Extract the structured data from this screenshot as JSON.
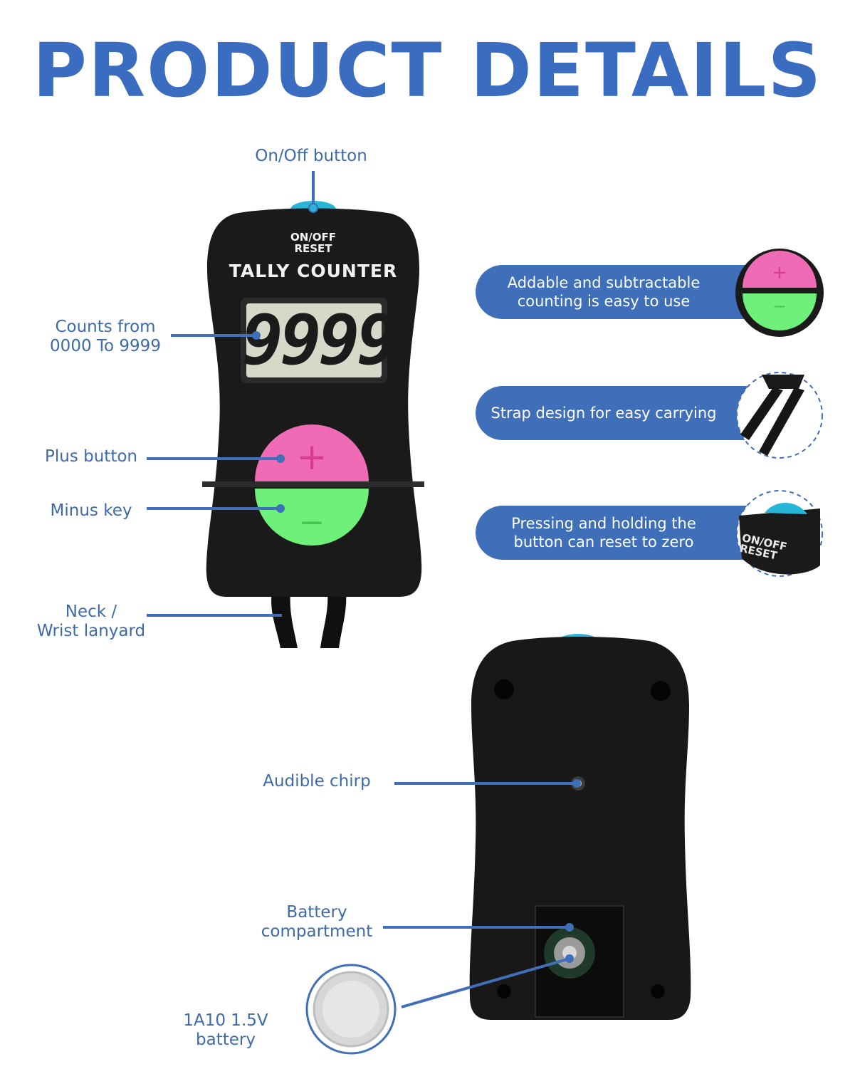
{
  "title": "PRODUCT DETAILS",
  "front_device": {
    "onoff_line1": "ON/OFF",
    "onoff_line2": "RESET",
    "name": "TALLY COUNTER",
    "display": "9999",
    "plus_symbol": "+",
    "minus_symbol": "−"
  },
  "callouts_left": {
    "onoff": "On/Off button",
    "counts_line1": "Counts from",
    "counts_line2": "0000 To 9999",
    "plus": "Plus button",
    "minus": "Minus key",
    "lanyard_line1": "Neck /",
    "lanyard_line2": "Wrist lanyard"
  },
  "features": [
    {
      "line1": "Addable and subtractable",
      "line2": "counting is easy to use"
    },
    {
      "line1": "Strap design for easy carrying",
      "line2": ""
    },
    {
      "line1": "Pressing and holding the",
      "line2": "button can reset to zero"
    }
  ],
  "zoom_reset": {
    "line1": "ON/OFF",
    "line2": "RESET"
  },
  "callouts_back": {
    "chirp": "Audible chirp",
    "battery_line1": "Battery",
    "battery_line2": "compartment",
    "battery_type": "1A10 1.5V battery"
  },
  "colors": {
    "accent": "#3f6fb8",
    "title": "#3a6cc0",
    "device": "#1a1a1a",
    "plus_button": "#f06bb5",
    "minus_button": "#6ef07a",
    "onoff_button": "#27b6d8"
  }
}
